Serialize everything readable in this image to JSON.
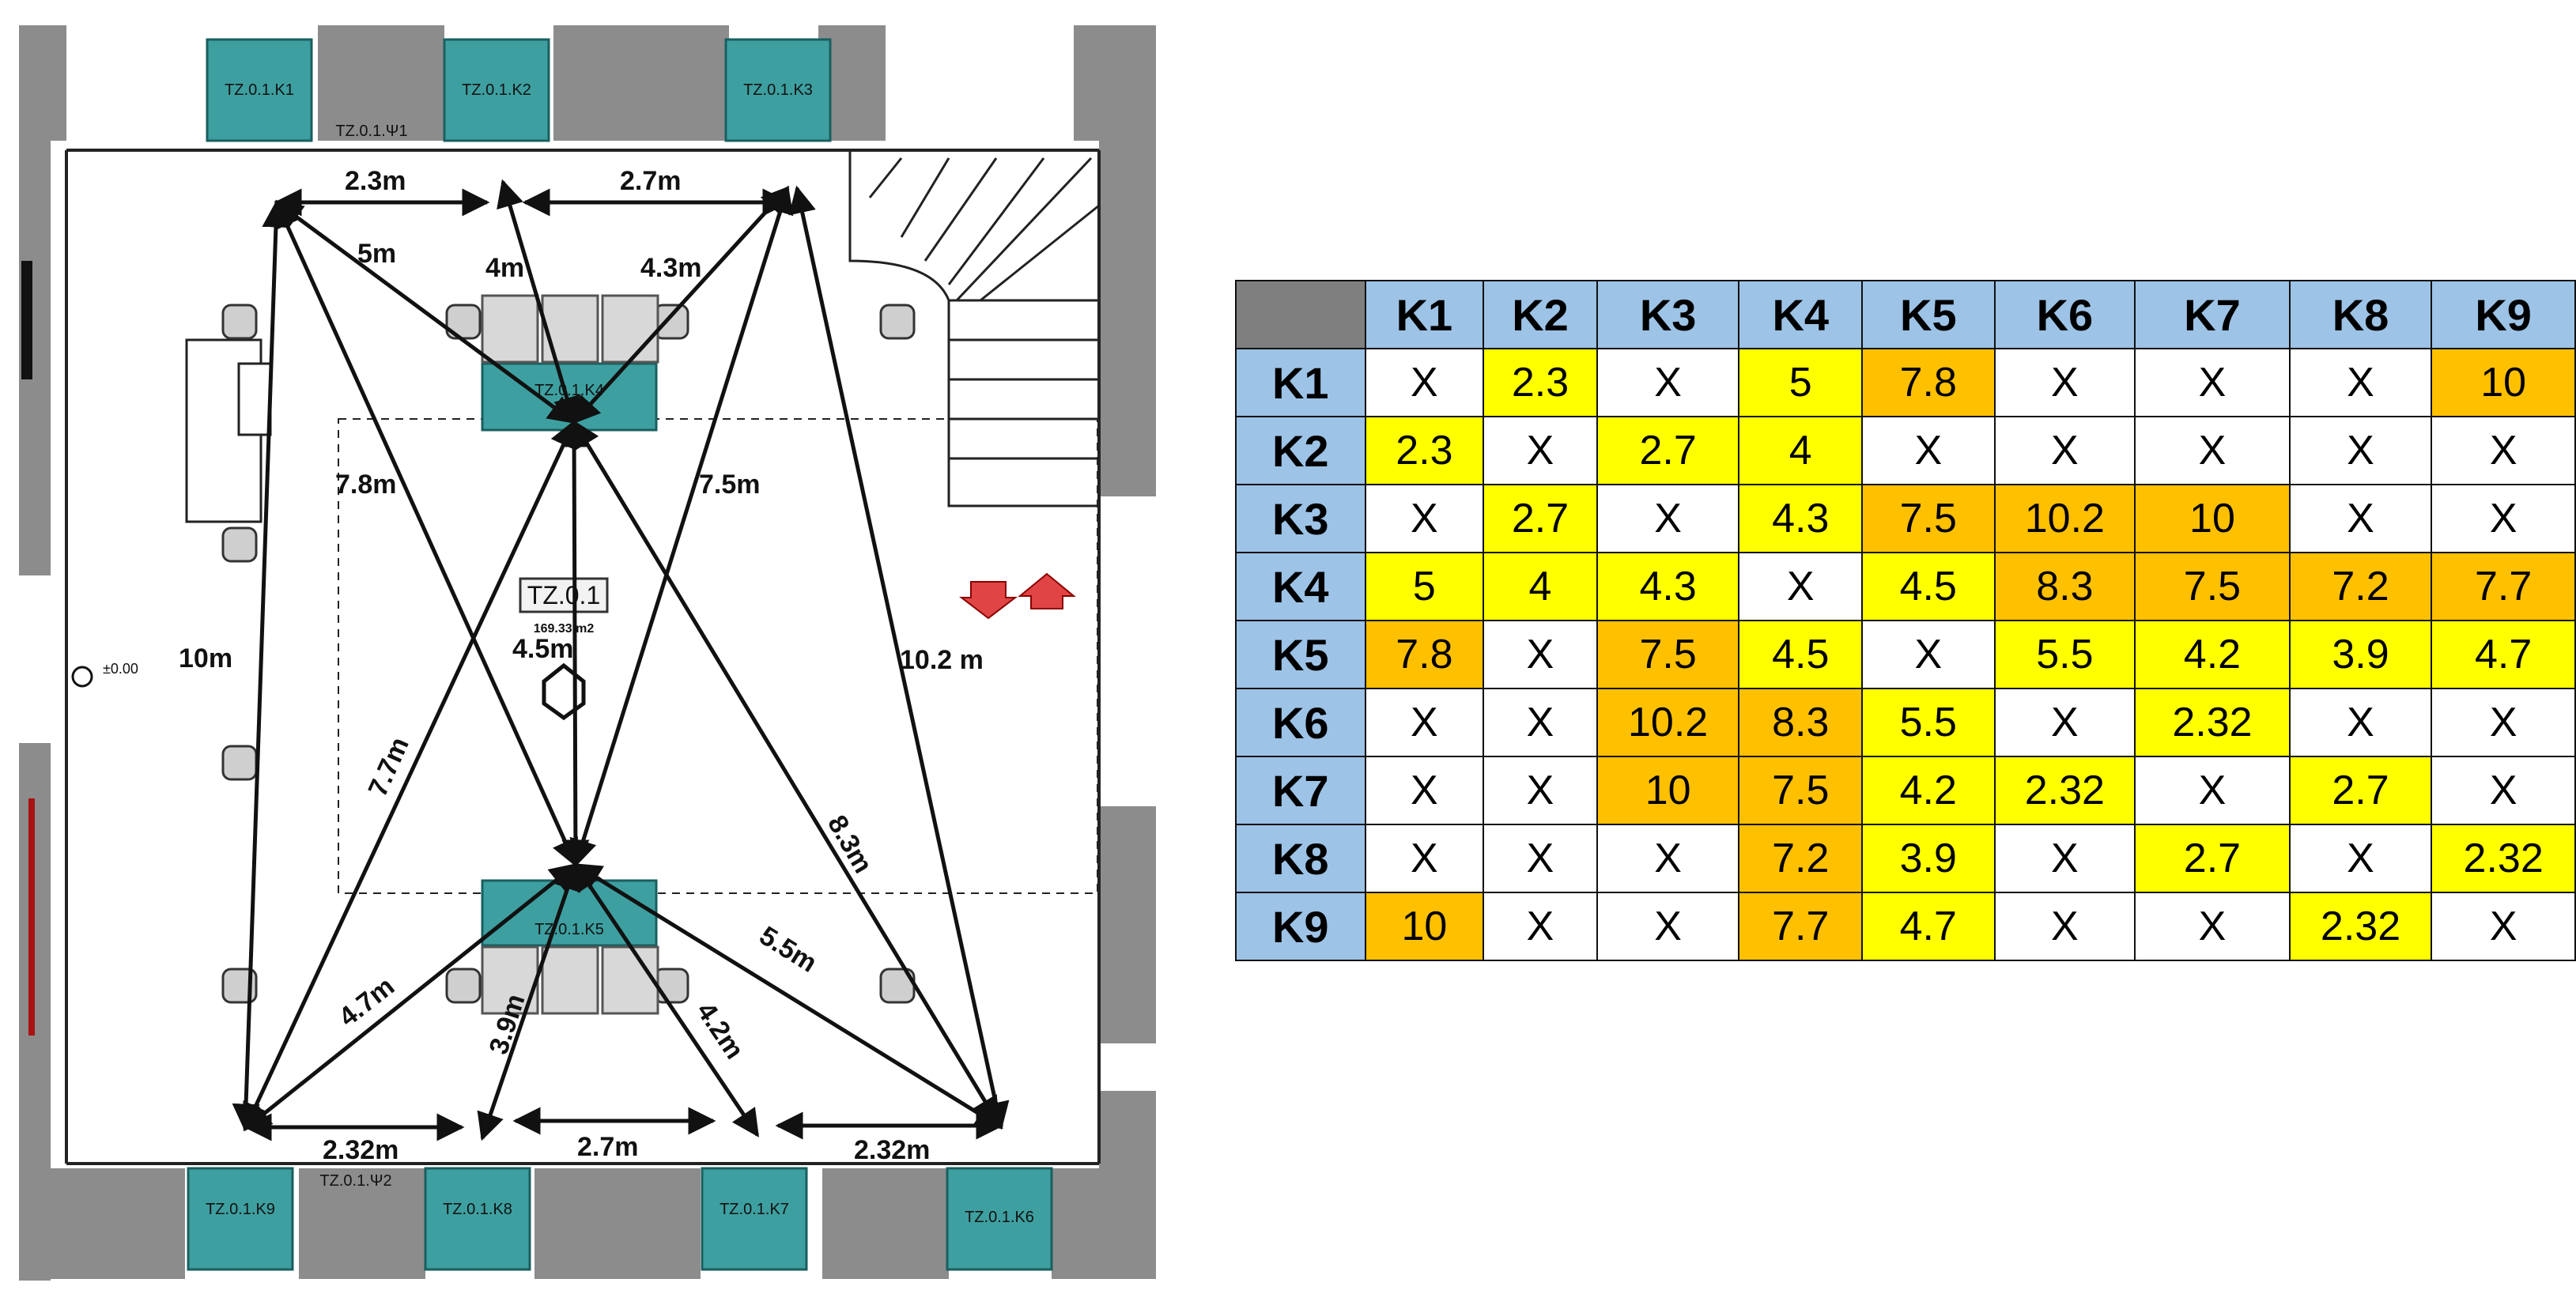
{
  "plan": {
    "room_label": "TZ.0.1",
    "area_label": "169.33 m2",
    "elevation_label": "±0.00",
    "doors": [
      "TZ.0.1.Ψ1",
      "TZ.0.1.Ψ2"
    ],
    "cabinets": [
      {
        "id": "K1",
        "label": "TZ.0.1.K1"
      },
      {
        "id": "K2",
        "label": "TZ.0.1.K2"
      },
      {
        "id": "K3",
        "label": "TZ.0.1.K3"
      },
      {
        "id": "K4",
        "label": "TZ.0.1.K4"
      },
      {
        "id": "K5",
        "label": "TZ.0.1.K5"
      },
      {
        "id": "K6",
        "label": "TZ.0.1.K6"
      },
      {
        "id": "K7",
        "label": "TZ.0.1.K7"
      },
      {
        "id": "K8",
        "label": "TZ.0.1.K8"
      },
      {
        "id": "K9",
        "label": "TZ.0.1.K9"
      }
    ],
    "distance_labels": [
      "2.3m",
      "2.7m",
      "5m",
      "4m",
      "4.3m",
      "7.8m",
      "7.5m",
      "10m",
      "4.5m",
      "10.2 m",
      "7.7m",
      "8.3m",
      "4.7m",
      "3.9m",
      "4.2m",
      "5.5m",
      "2.32m",
      "2.7m",
      "2.32m"
    ]
  },
  "matrix": {
    "headers": [
      "K1",
      "K2",
      "K3",
      "K4",
      "K5",
      "K6",
      "K7",
      "K8",
      "K9"
    ],
    "rows": [
      {
        "label": "K1",
        "cells": [
          "X",
          "2.3",
          "X",
          "5",
          "7.8",
          "X",
          "X",
          "X",
          "10"
        ]
      },
      {
        "label": "K2",
        "cells": [
          "2.3",
          "X",
          "2.7",
          "4",
          "X",
          "X",
          "X",
          "X",
          "X"
        ]
      },
      {
        "label": "K3",
        "cells": [
          "X",
          "2.7",
          "X",
          "4.3",
          "7.5",
          "10.2",
          "10",
          "X",
          "X"
        ]
      },
      {
        "label": "K4",
        "cells": [
          "5",
          "4",
          "4.3",
          "X",
          "4.5",
          "8.3",
          "7.5",
          "7.2",
          "7.7"
        ]
      },
      {
        "label": "K5",
        "cells": [
          "7.8",
          "X",
          "7.5",
          "4.5",
          "X",
          "5.5",
          "4.2",
          "3.9",
          "4.7"
        ]
      },
      {
        "label": "K6",
        "cells": [
          "X",
          "X",
          "10.2",
          "8.3",
          "5.5",
          "X",
          "2.32",
          "X",
          "X"
        ]
      },
      {
        "label": "K7",
        "cells": [
          "X",
          "X",
          "10",
          "7.5",
          "4.2",
          "2.32",
          "X",
          "2.7",
          "X"
        ]
      },
      {
        "label": "K8",
        "cells": [
          "X",
          "X",
          "X",
          "7.2",
          "3.9",
          "X",
          "2.7",
          "X",
          "2.32"
        ]
      },
      {
        "label": "K9",
        "cells": [
          "10",
          "X",
          "X",
          "7.7",
          "4.7",
          "X",
          "X",
          "2.32",
          "X"
        ]
      }
    ],
    "colors": {
      "header": "#9dc3e6",
      "corner": "#7f7f7f",
      "near": "#ffff00",
      "far": "#ffc000",
      "none": "#ffffff"
    }
  }
}
